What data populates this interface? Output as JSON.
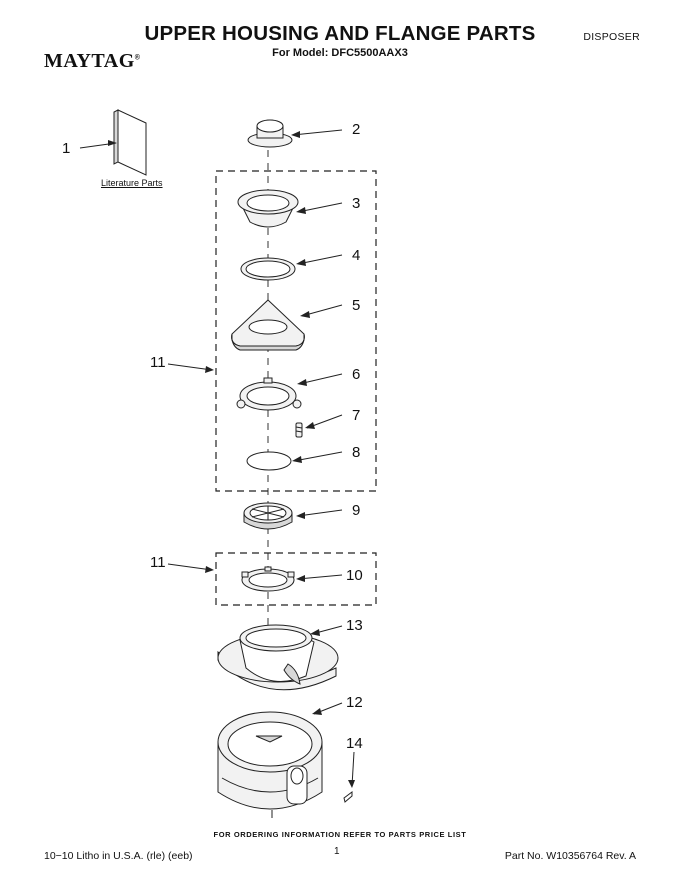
{
  "header": {
    "title": "UPPER HOUSING AND FLANGE PARTS",
    "subtitle": "For Model: DFC5500AAX3",
    "category": "DISPOSER",
    "brand": "MAYTAG",
    "brand_mark": "®"
  },
  "diagram": {
    "literature_label": "Literature Parts",
    "callouts": {
      "c1": "1",
      "c2": "2",
      "c3": "3",
      "c4": "4",
      "c5": "5",
      "c6": "6",
      "c7": "7",
      "c8": "8",
      "c9": "9",
      "c10": "10",
      "c11a": "11",
      "c11b": "11",
      "c12": "12",
      "c13": "13",
      "c14": "14"
    }
  },
  "footer": {
    "order_note": "FOR ORDERING INFORMATION REFER TO PARTS PRICE LIST",
    "litho": "10−10 Litho in U.S.A. (rle) (eeb)",
    "page": "1",
    "part_no": "Part No. W10356764 Rev. A"
  }
}
